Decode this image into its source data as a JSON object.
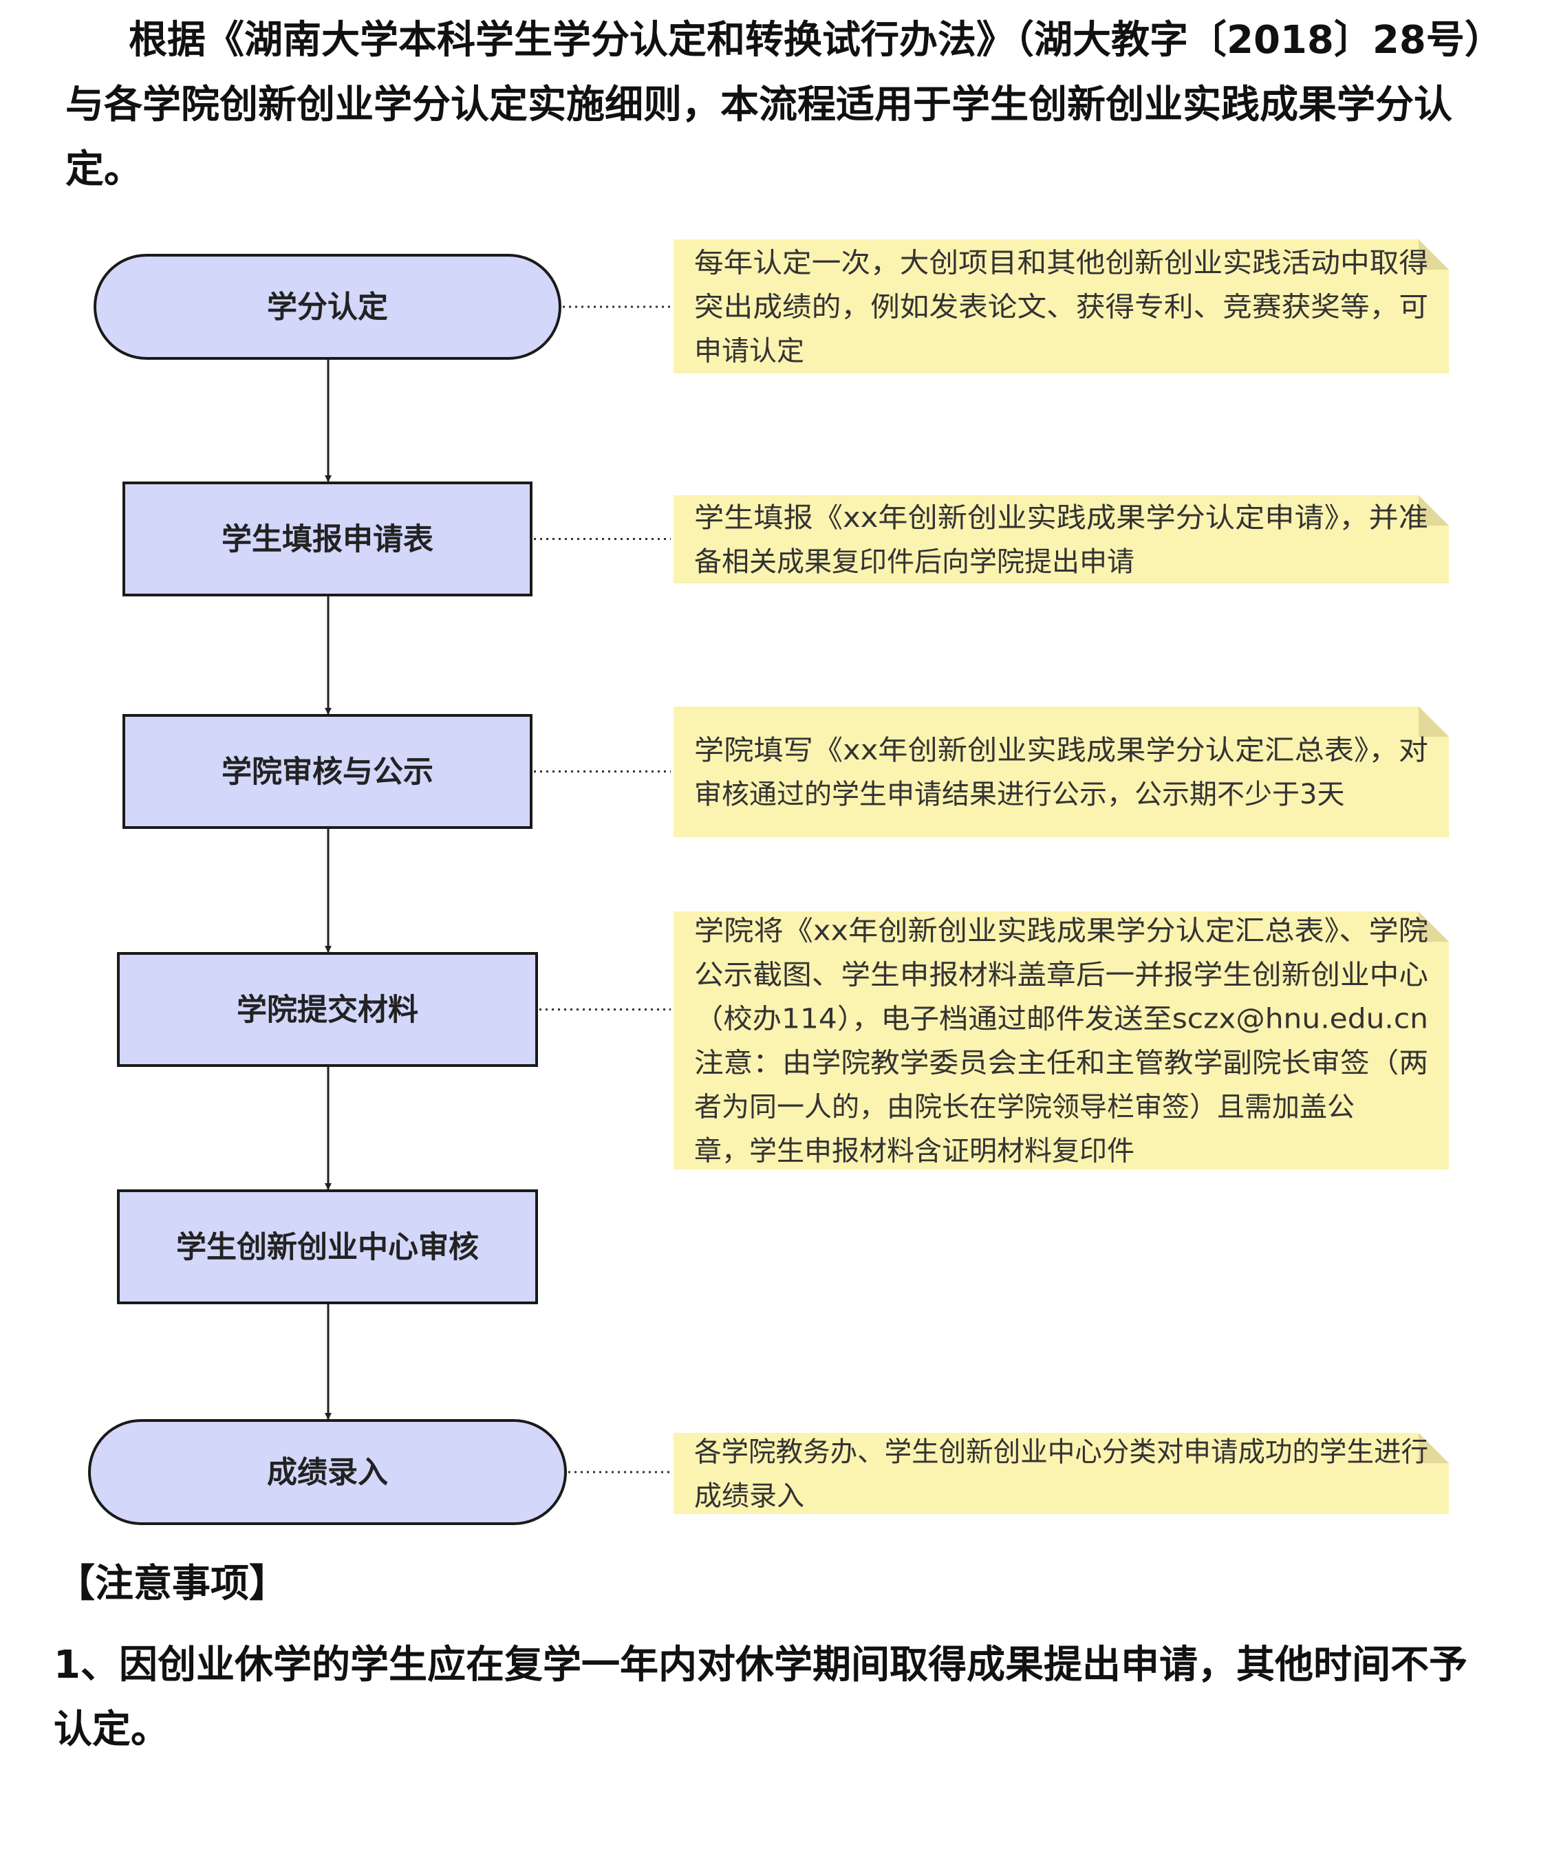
{
  "intro": "根据《湖南大学本科学生学分认定和转换试行办法》（湖大教字〔2018〕28号）与各学院创新创业学分认定实施细则，本流程适用于学生创新创业实践成果学分认定。",
  "flow": {
    "steps": [
      {
        "id": "s1",
        "shape": "terminal",
        "label": "学分认定"
      },
      {
        "id": "s2",
        "shape": "process",
        "label": "学生填报申请表"
      },
      {
        "id": "s3",
        "shape": "process",
        "label": "学院审核与公示"
      },
      {
        "id": "s4",
        "shape": "process",
        "label": "学院提交材料"
      },
      {
        "id": "s5",
        "shape": "process",
        "label": "学生创新创业中心审核"
      },
      {
        "id": "s6",
        "shape": "terminal",
        "label": "成绩录入"
      }
    ],
    "notes": [
      {
        "step": "s1",
        "lines": [
          "每年认定一次，大创项目和其他创新创业实践活动中取得",
          "突出成绩的，例如发表论文、获得专利、竞赛获奖等，可",
          "申请认定"
        ]
      },
      {
        "step": "s2",
        "lines": [
          "学生填报《xx年创新创业实践成果学分认定申请》，并准",
          "备相关成果复印件后向学院提出申请"
        ]
      },
      {
        "step": "s3",
        "lines": [
          "学院填写《xx年创新创业实践成果学分认定汇总表》，对",
          "审核通过的学生申请结果进行公示，公示期不少于3天"
        ]
      },
      {
        "step": "s4",
        "lines": [
          "学院将《xx年创新创业实践成果学分认定汇总表》、学院",
          "公示截图、学生申报材料盖章后一并报学生创新创业中心",
          "（校办114），电子档通过邮件发送至sczx@hnu.edu.cn",
          "注意：由学院教学委员会主任和主管教学副院长审签（两",
          "者为同一人的，由院长在学院领导栏审签）且需加盖公",
          "章，学生申报材料含证明材料复印件"
        ]
      },
      {
        "step": "s6",
        "lines": [
          "各学院教务办、学生创新创业中心分类对申请成功的学生进行",
          "成绩录入"
        ]
      }
    ]
  },
  "notice": {
    "title": "【注意事项】",
    "items": [
      "1、因创业休学的学生应在复学一年内对休学期间取得成果提出申请，其他时间不予认定。"
    ]
  },
  "colors": {
    "node_fill": "#d3d7fa",
    "node_stroke": "#1a1a1a",
    "note_fill": "#fbf3b0",
    "note_fold": "#e2d99a",
    "connector": "#222222",
    "dotted": "#333333"
  }
}
